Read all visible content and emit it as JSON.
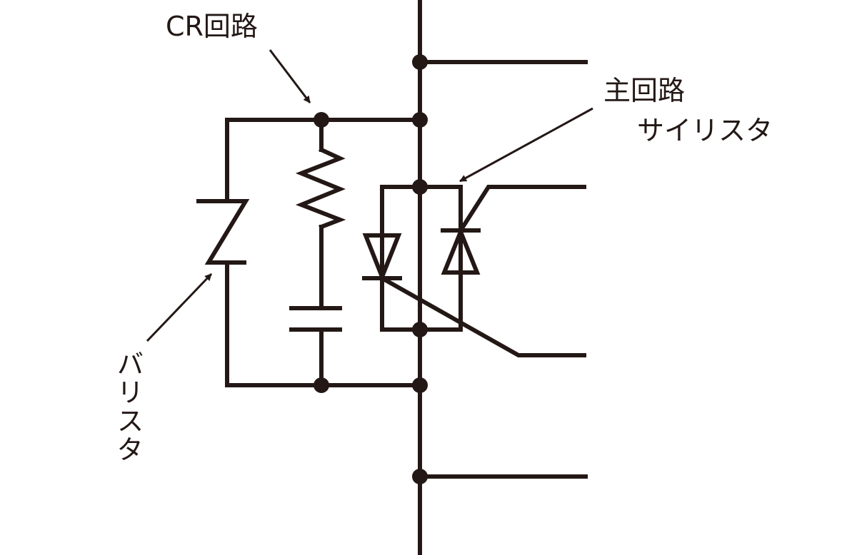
{
  "labels": {
    "cr_circuit": "CR回路",
    "main_circuit": "主回路",
    "main_thyristor": "サイリスタ",
    "varistor": "バリスタ"
  },
  "colors": {
    "ink": "#231815",
    "background": "#ffffff"
  }
}
